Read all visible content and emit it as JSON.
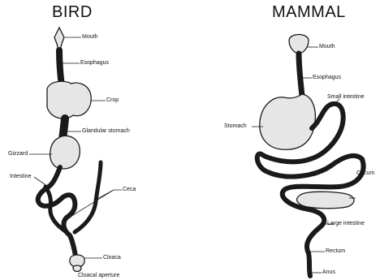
{
  "bird": {
    "title": "BIRD",
    "labels": {
      "mouth": "Mouth",
      "esophagus": "Esophagus",
      "crop": "Crop",
      "glandular_stomach": "Glandular stomach",
      "gizzard": "Gizzard",
      "intestine": "Intestine",
      "ceca": "Ceca",
      "cloaca": "Cloaca",
      "cloacal_aperture": "Cloacal aperture"
    }
  },
  "mammal": {
    "title": "MAMMAL",
    "labels": {
      "mouth": "Mouth",
      "esophagus": "Esophagus",
      "small_intestine": "Small intestine",
      "stomach": "Stomach",
      "cecum": "Cecum",
      "large_intestine": "Large intestine",
      "rectum": "Rectum",
      "anus": "Anus"
    }
  }
}
